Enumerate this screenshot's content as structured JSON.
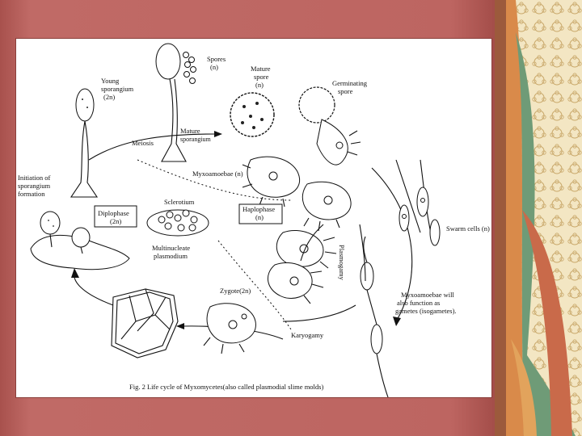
{
  "diagram": {
    "caption": "Fig. 2 Life cycle of  Myxomycetes(also called plasmodial slime molds)",
    "labels": {
      "spores": "Spores",
      "spores_ploidy": "(n)",
      "young_sporangium_1": "Young",
      "young_sporangium_2": "sporangium",
      "young_sporangium_3": "(2n)",
      "mature_spore_1": "Mature",
      "mature_spore_2": "spore",
      "mature_spore_3": "(n)",
      "germinating_spore_1": "Germinating",
      "germinating_spore_2": "spore",
      "mature_sporangium_1": "Mature",
      "mature_sporangium_2": "sporangium",
      "meiosis": "Meiosis",
      "myxoamoebae": "Myxoamoebae (n)",
      "initiation_1": "Initiation of",
      "initiation_2": "sporangium",
      "initiation_3": "formation",
      "sclerotium": "Sclerotium",
      "diplophase_1": "Diplophase",
      "diplophase_2": "(2n)",
      "haplophase_1": "Haplophase",
      "haplophase_2": "(n)",
      "swarm_cells": "Swarm cells (n)",
      "plasmogamy": "Plasmogamy",
      "multinucleate_1": "Multinucleate",
      "multinucleate_2": "plasmodium",
      "zygote": "Zygote(2n)",
      "myxoamoebae_gametes_1": "Myxoamoebae will",
      "myxoamoebae_gametes_2": "also function as",
      "myxoamoebae_gametes_3": "gametes (isogametes).",
      "karyogamy": "Karyogamy"
    }
  }
}
